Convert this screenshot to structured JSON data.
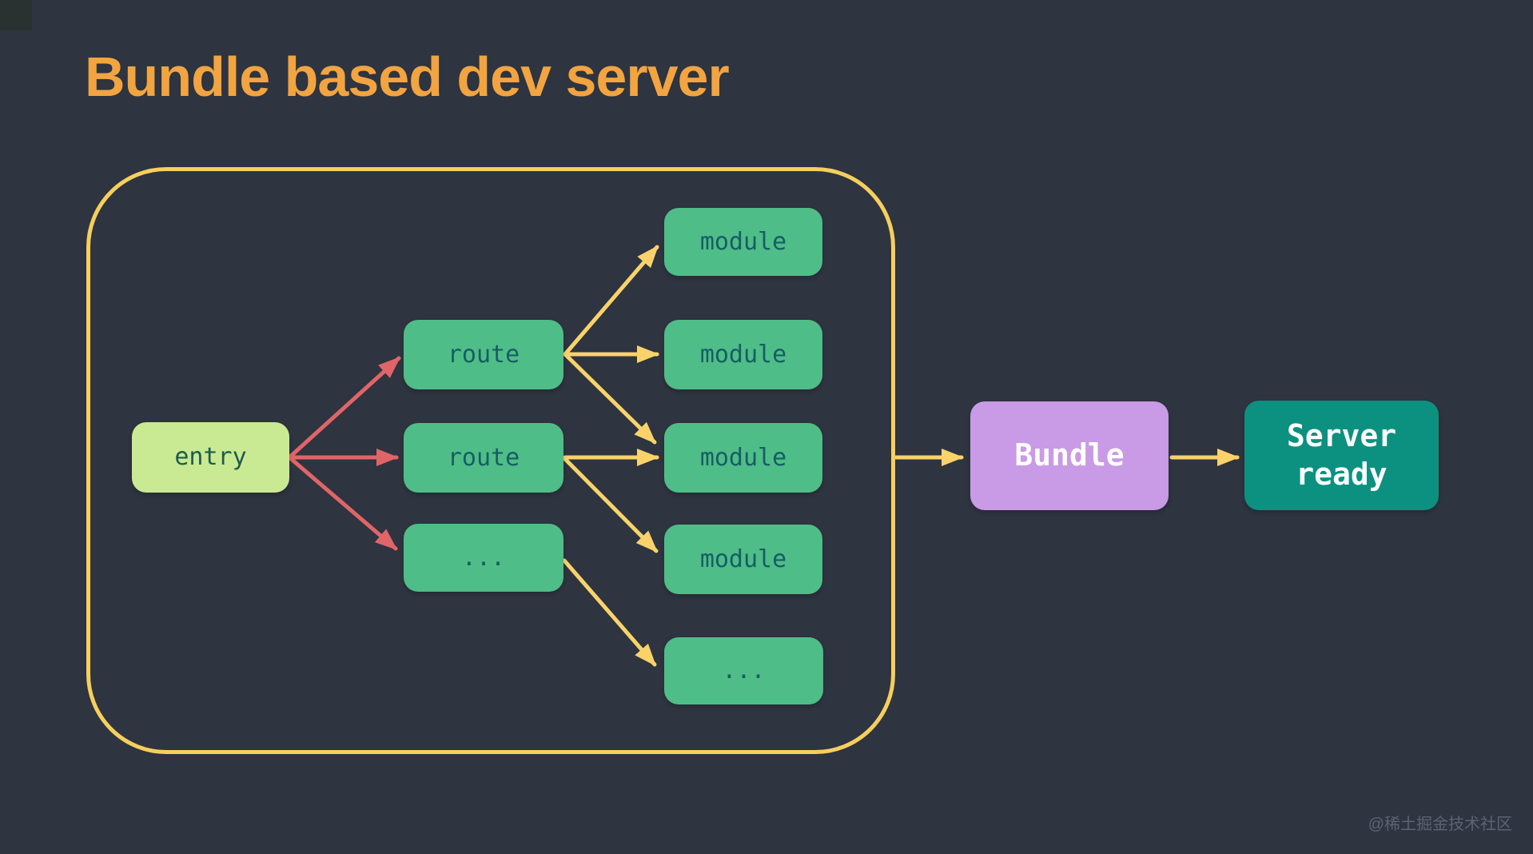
{
  "title": "Bundle based dev server",
  "watermark": "@稀土掘金技术社区",
  "colors": {
    "bg": "#2e3440",
    "corner": "#293230",
    "title": "#f2a440",
    "container_border": "#f6cf5c",
    "arrow_yellow": "#f9d36a",
    "arrow_red": "#e06568",
    "node_green": "#4fbd87",
    "node_text": "#155e65",
    "entry_fill": "#c9ea92",
    "entry_text": "#1e5a50",
    "bundle_fill": "#c99ae5",
    "bundle_text": "#ffffff",
    "server_fill": "#0c9180",
    "server_text": "#ffffff",
    "watermark": "#5c6472"
  },
  "diagram": {
    "entry": {
      "label": "entry"
    },
    "routes": [
      {
        "label": "route"
      },
      {
        "label": "route"
      },
      {
        "label": "..."
      }
    ],
    "modules": [
      {
        "label": "module"
      },
      {
        "label": "module"
      },
      {
        "label": "module"
      },
      {
        "label": "module"
      },
      {
        "label": "..."
      }
    ],
    "bundle": {
      "label": "Bundle"
    },
    "server": {
      "label": "Server ready"
    },
    "edges": [
      {
        "from": "entry",
        "to": "route-1",
        "color": "red"
      },
      {
        "from": "entry",
        "to": "route-2",
        "color": "red"
      },
      {
        "from": "entry",
        "to": "ellipsis-mid",
        "color": "red"
      },
      {
        "from": "route-1",
        "to": "module-1",
        "color": "yellow"
      },
      {
        "from": "route-1",
        "to": "module-2",
        "color": "yellow"
      },
      {
        "from": "route-1",
        "to": "module-3",
        "color": "yellow"
      },
      {
        "from": "route-2",
        "to": "module-3",
        "color": "yellow"
      },
      {
        "from": "route-2",
        "to": "module-4",
        "color": "yellow"
      },
      {
        "from": "ellipsis-mid",
        "to": "ellipsis-right",
        "color": "yellow"
      },
      {
        "from": "container",
        "to": "bundle",
        "color": "yellow"
      },
      {
        "from": "bundle",
        "to": "server-ready",
        "color": "yellow"
      }
    ]
  }
}
